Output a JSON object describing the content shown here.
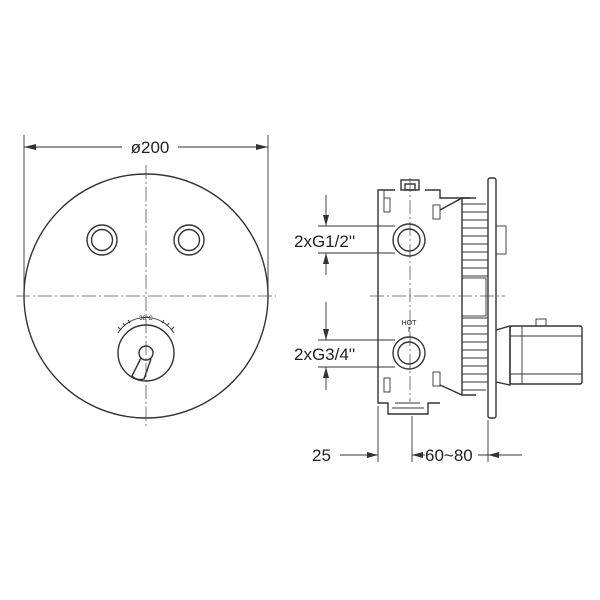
{
  "front_view": {
    "diameter_label": "ø200",
    "dial_temperature_label": "38°C"
  },
  "side_view": {
    "outlet_thread_label": "2xG1/2''",
    "inlet_thread_label": "2xG3/4''",
    "hot_label": "HOT",
    "left_depth_label": "25",
    "right_depth_label": "60~80"
  },
  "colors": {
    "line": "#333333",
    "background": "#ffffff"
  }
}
